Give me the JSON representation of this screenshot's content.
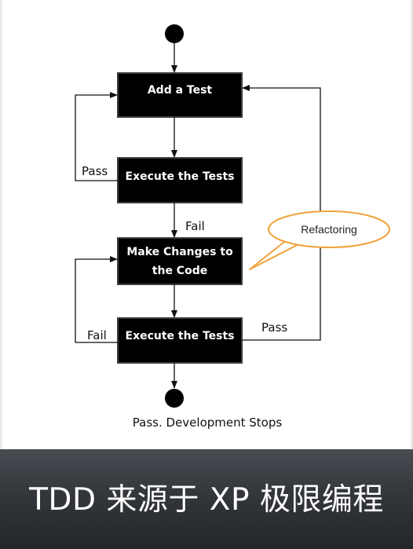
{
  "nodes": {
    "add_test": "Add a Test",
    "execute_tests_1": "Execute the Tests",
    "make_changes_line1": "Make Changes to",
    "make_changes_line2": "the Code",
    "execute_tests_2": "Execute the Tests"
  },
  "edges": {
    "pass_loop": "Pass",
    "fail_down": "Fail",
    "fail_loop": "Fail",
    "pass_refactor": "Pass"
  },
  "callout": "Refactoring",
  "end_label": "Pass. Development Stops",
  "caption": "TDD 来源于 XP 极限编程",
  "colors": {
    "box_fill": "#000000",
    "box_border": "#3d3d3d",
    "callout_fill": "#ffffff",
    "callout_border": "#f0a23a",
    "caption_text": "#ffffff"
  }
}
